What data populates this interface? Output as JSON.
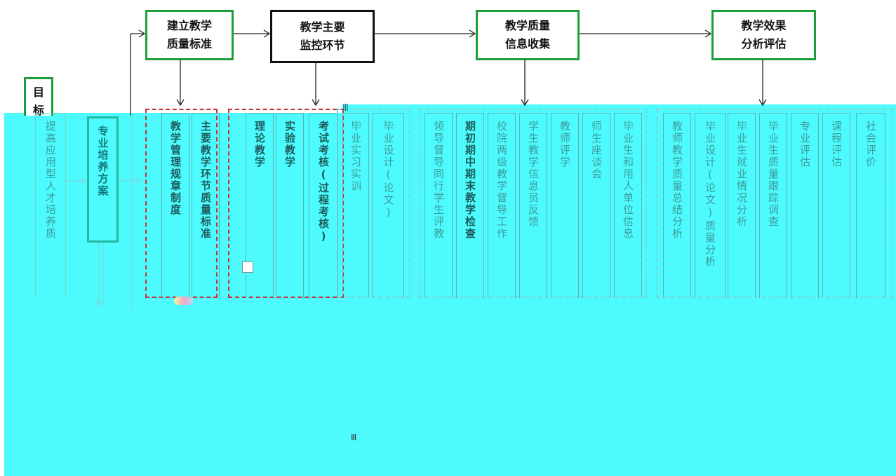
{
  "top": {
    "standards": [
      "建立教学",
      "质量标准"
    ],
    "monitoring": [
      "教学主要",
      "监控环节"
    ],
    "collection": [
      "教学质量",
      "信息收集"
    ],
    "evaluation": [
      "教学效果",
      "分析评估"
    ]
  },
  "goal_partial": [
    "目",
    "标"
  ],
  "goal_text": "提高应用型人才培养质",
  "plan_text": "专业培养方案",
  "standards_cols": [
    "教学管理规章制度",
    "主要教学环节质量标准"
  ],
  "monitoring_cols": [
    "理论教学",
    "实验教学",
    "考试考核(过程考核)",
    "毕业实习实训",
    "毕业设计(论文)"
  ],
  "collection_cols": [
    "领导督导同行学生评教",
    "期初期中期末教学检查",
    "校院两级教学督导工作",
    "学生教学信息员反馈",
    "教师评学",
    "师生座谈会",
    "毕业生和用人单位信息"
  ],
  "evaluation_cols": [
    "教师教学质量总结分析",
    "毕业设计(论文)质量分析",
    "毕业生就业情况分析",
    "毕业生质量跟踪调查",
    "专业评估",
    "课程评估",
    "社会评价"
  ],
  "fragments": {
    "f1": "Ⅲ",
    "f2": "Ⅲ"
  }
}
